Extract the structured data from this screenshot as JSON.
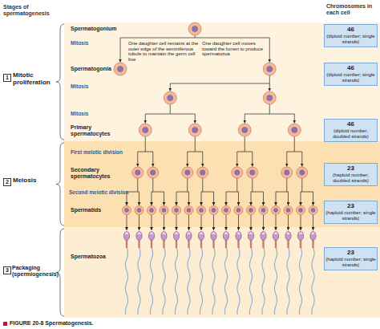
{
  "diagram": {
    "caption": "FIGURE 20-8 Spermatogenesis.",
    "nodes": [
      {
        "text": [
          "46",
          "(diploid number; single strands)"
        ]
      },
      {
        "text": [
          "46",
          "(diploid number; single strands)"
        ]
      },
      {
        "text": [
          "46",
          "(diploid number; doubled strands)"
        ]
      },
      {
        "text": [
          "23",
          "(haploid number; doubled strands)"
        ]
      },
      {
        "text": [
          "23",
          "(haploid number; single strands)"
        ]
      },
      {
        "text": [
          "23",
          "(haploid number; single strands)"
        ]
      }
    ],
    "labels": [
      "Stages of spermatogenesis",
      "Chromosomes in each cell",
      "1",
      "Mitotic proliferation",
      "2",
      "Meiosis",
      "3",
      "Packaging (spermiogenesis)",
      "Spermatogonium",
      "Mitosis",
      "One daughter cell remains at the outer edge of the seminiferous tubule to maintain the germ cell line",
      "One daughter cell moves toward the lumen to produce spermatozoa",
      "Spermatogonia",
      "Mitosis",
      "Mitosis",
      "Primary spermatocytes",
      "First meiotic division",
      "Secondary spermatocytes",
      "Second meiotic division",
      "Spermatids",
      "Spermatozoa"
    ]
  }
}
